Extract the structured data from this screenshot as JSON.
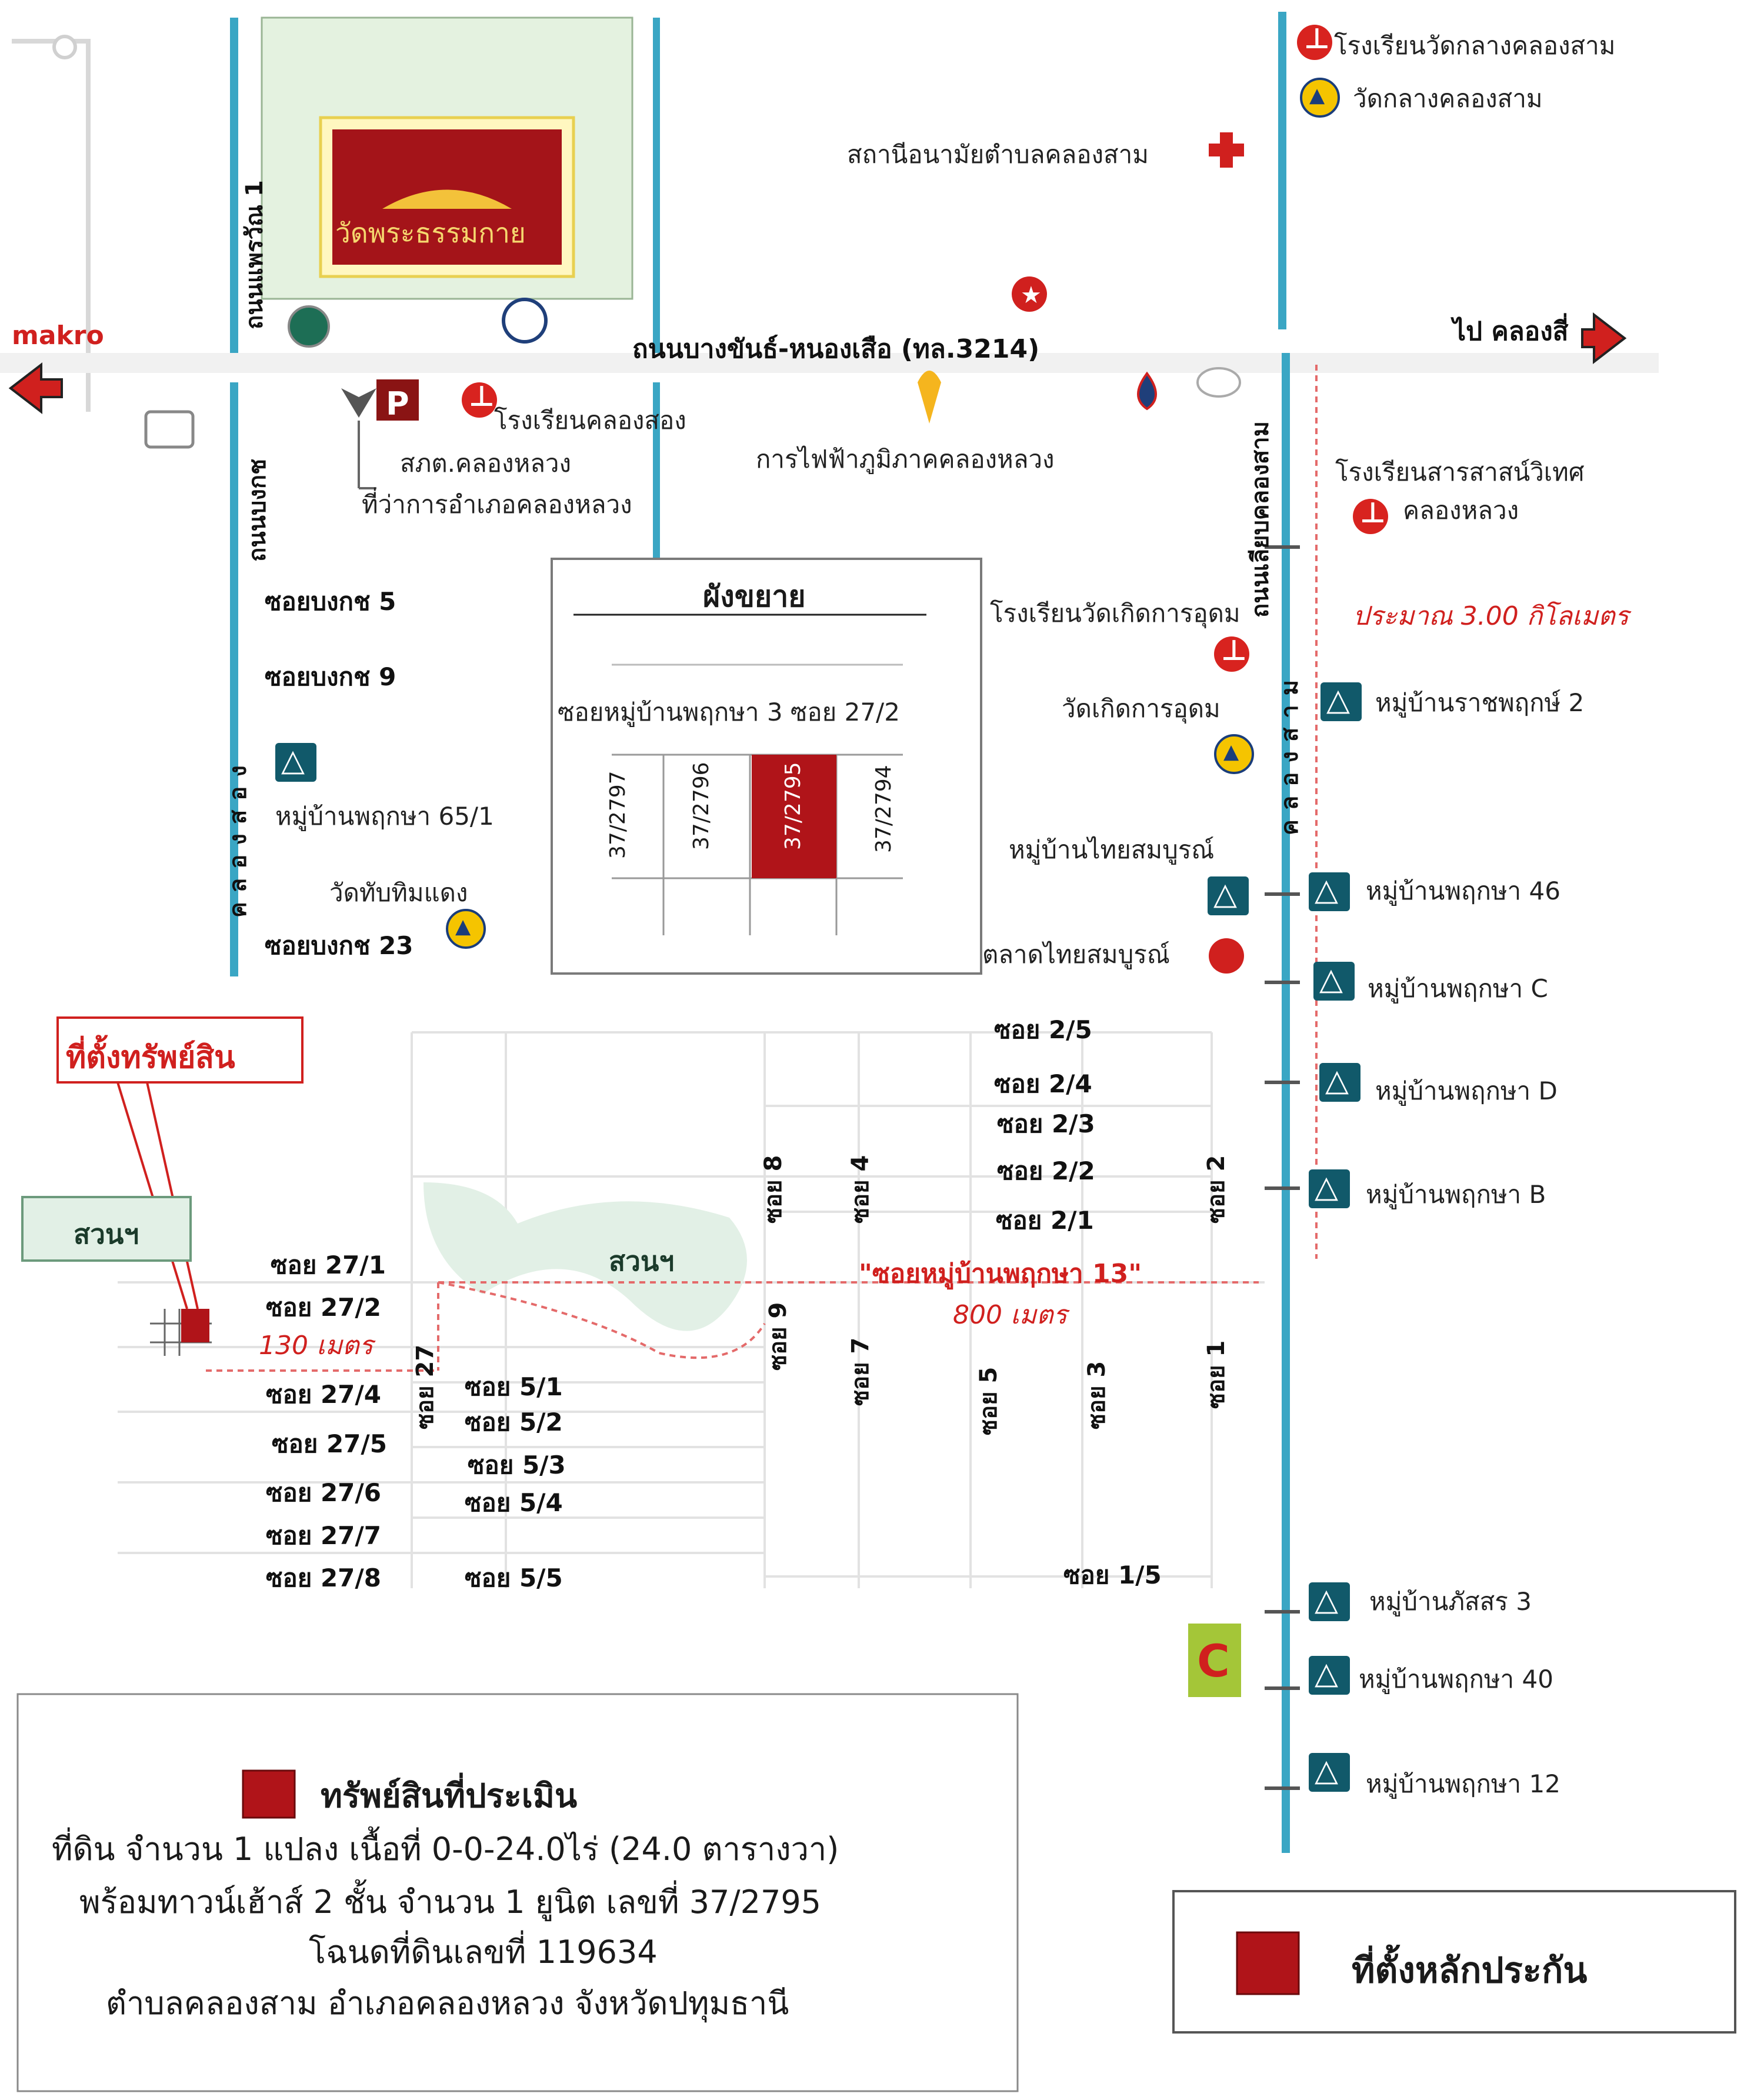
{
  "labels": {
    "makro": "makro",
    "to_klong_si": "ไป คลองสี่",
    "road_bangkhan": "ถนนบางขันธ์-หนองเสือ (ทล.3214)",
    "road_phaeravan": "ถนนแพรวัณ 1",
    "road_bongkot": "ถนนบงกช",
    "klong_song": "คลองสอง",
    "road_klong_sam": "ถนนเลียบคลองสาม",
    "klong_sam": "คลองสาม",
    "wat_phra_dhammakaya": "วัดพระธรรมกาย",
    "school_wat_klang": "โรงเรียนวัดกลางคลองสาม",
    "wat_klang": "วัดกลางคลองสาม",
    "health_station": "สถานีอนามัยตำบลคลองสาม",
    "school_klong_song": "โรงเรียนคลองสอง",
    "police": "สภต.คลองหลวง",
    "district_office": "ที่ว่าการอำเภอคลองหลวง",
    "pea": "การไฟฟ้าภูมิภาคคลองหลวง",
    "school_saran_line1": "โรงเรียนสารสาสน์วิเทศ",
    "school_saran_line2": "คลองหลวง",
    "approx_distance": "ประมาณ 3.00 กิโลเมตร",
    "school_wat_koet": "โรงเรียนวัดเกิดการอุดม",
    "wat_koet": "วัดเกิดการอุดม",
    "thai_somboon_village": "หมู่บ้านไทยสมบูรณ์",
    "thai_somboon_market": "ตลาดไทยสมบูรณ์",
    "soi_bongkot_5": "ซอยบงกช 5",
    "soi_bongkot_9": "ซอยบงกช 9",
    "village_65_1": "หมู่บ้านพฤกษา 65/1",
    "wat_thapthim": "วัดทับทิมแดง",
    "soi_bongkot_23": "ซอยบงกช 23",
    "village_ratchaphruek": "หมู่บ้านราชพฤกษ์ 2",
    "village_46": "หมู่บ้านพฤกษา 46",
    "village_c": "หมู่บ้านพฤกษา C",
    "village_d": "หมู่บ้านพฤกษา D",
    "village_b": "หมู่บ้านพฤกษา B",
    "village_passorn": "หมู่บ้านภัสสร 3",
    "village_40": "หมู่บ้านพฤกษา 40",
    "village_12": "หมู่บ้านพฤกษา 12",
    "property_location": "ที่ตั้งทรัพย์สิน",
    "park": "สวนฯ",
    "soi_pruksa_13": "\"ซอยหมู่บ้านพฤกษา 13\"",
    "dist_800": "800 เมตร",
    "dist_130": "130 เมตร"
  },
  "inset": {
    "title": "ผังขยาย",
    "soi": "ซอยหมู่บ้านพฤกษา 3 ซอย 27/2",
    "plots": [
      "37/2797",
      "37/2796",
      "37/2795",
      "37/2794"
    ]
  },
  "sois_left": [
    "ซอย 27/1",
    "ซอย 27/2",
    "ซอย 27/4",
    "ซอย 27/5",
    "ซอย 27/6",
    "ซอย 27/7",
    "ซอย 27/8"
  ],
  "soi_27": "ซอย 27",
  "sois_5": [
    "ซอย 5/1",
    "ซอย 5/2",
    "ซอย 5/3",
    "ซอย 5/4",
    "ซอย 5/5"
  ],
  "sois_2": [
    "ซอย 2/5",
    "ซอย 2/4",
    "ซอย 2/3",
    "ซอย 2/2",
    "ซอย 2/1"
  ],
  "sois_vertical": [
    "ซอย 8",
    "ซอย 4",
    "ซอย 2",
    "ซอย 9",
    "ซอย 7",
    "ซอย 5",
    "ซอย 3",
    "ซอย 1"
  ],
  "soi_1_5": "ซอย 1/5",
  "legend": {
    "title": "ทรัพย์สินที่ประเมิน",
    "line1": "ที่ดิน จำนวน 1 แปลง เนื้อที่ 0-0-24.0ไร่ (24.0 ตารางวา)",
    "line2": "พร้อมทาวน์เฮ้าส์ 2 ชั้น จำนวน 1 ยูนิต เลขที่ 37/2795",
    "line3": "โฉนดที่ดินเลขที่ 119634",
    "line4": "ตำบลคลองสาม  อำเภอคลองหลวง  จังหวัดปทุมธานี"
  },
  "collateral_legend": "ที่ตั้งหลักประกัน",
  "colors": {
    "canal": "#3aa6c4",
    "property": "#b01419",
    "accent_red": "#d0201e",
    "village_icon": "#11596a",
    "park": "#e2f0e6"
  }
}
